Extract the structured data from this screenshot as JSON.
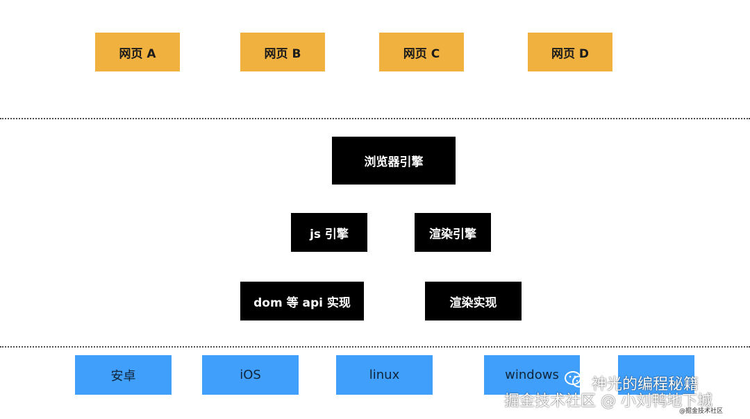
{
  "top_row": [
    "网页 A",
    "网页 B",
    "网页 C",
    "网页 D"
  ],
  "engine": {
    "main": "浏览器引擎",
    "js_engine": "js 引擎",
    "render_engine": "渲染引擎",
    "dom_api": "dom 等 api 实现",
    "render_impl": "渲染实现"
  },
  "platforms": [
    "安卓",
    "iOS",
    "linux",
    "windows",
    ""
  ],
  "watermark": {
    "line1": "神光的编程秘籍",
    "line2": "掘金技术社区 @ 小刘鸭地下城",
    "small": "@掘金技术社区",
    "icon": "wechat-icon"
  },
  "colors": {
    "page_box": "#f0b13e",
    "engine_box": "#000000",
    "platform_box": "#3f9ffb"
  }
}
